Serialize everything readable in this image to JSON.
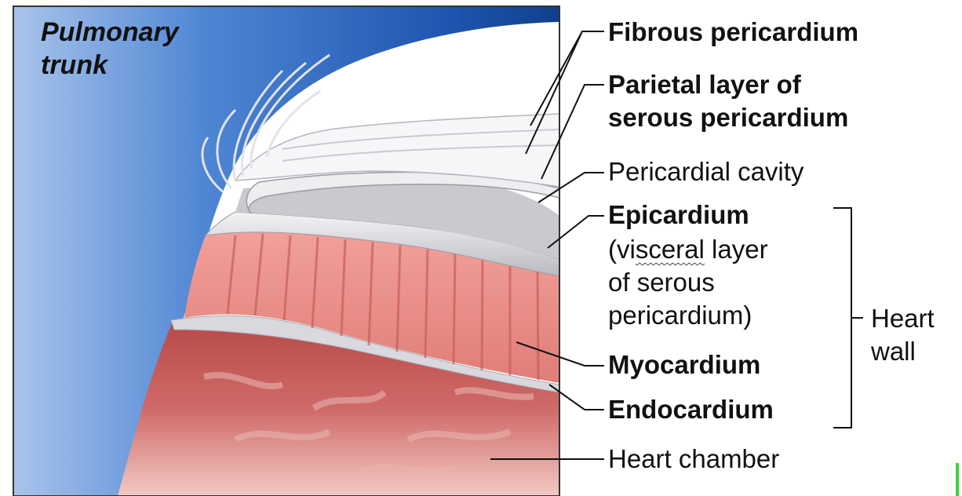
{
  "title_region": {
    "pulmonary_line1": "Pulmonary",
    "pulmonary_line2": "trunk"
  },
  "labels": {
    "fibrous": "Fibrous pericardium",
    "parietal_line1": "Parietal layer of",
    "parietal_line2": "serous pericardium",
    "cavity": "Pericardial cavity",
    "epicardium": "Epicardium",
    "visceral_pre": "(vi",
    "visceral_mid": "sceral",
    "visceral_post": " layer",
    "visceral_line2": "of serous",
    "visceral_line3": "pericardium)",
    "myocardium": "Myocardium",
    "endocardium": "Endocardium",
    "chamber": "Heart chamber",
    "heart_wall_line1": "Heart",
    "heart_wall_line2": "wall"
  },
  "colors": {
    "pulmonary_blue": "#1f5fb8",
    "myocardium_pink": "#e8837e",
    "chamber_red": "#c0504d",
    "membrane_gray": "#cfcfd4",
    "frame_border": "#333333"
  }
}
